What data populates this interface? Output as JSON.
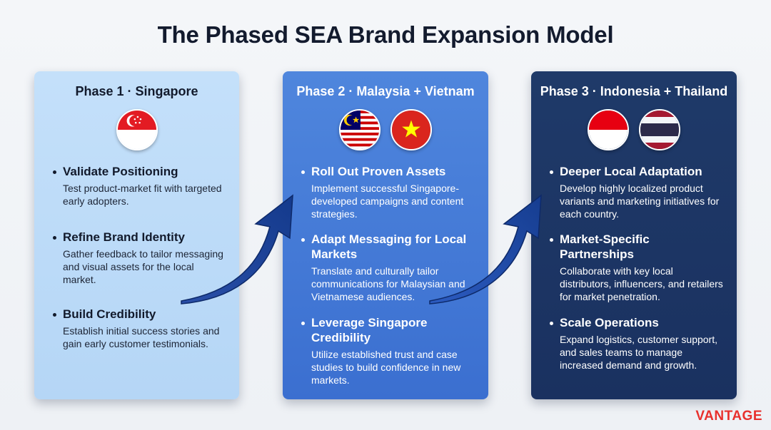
{
  "title": "The Phased SEA Brand Expansion Model",
  "brand": "VANTAGE",
  "colors": {
    "phase1_bg": "#c4e0fa",
    "phase2_bg": "#4f86dd",
    "phase3_bg": "#1f3a69",
    "arrow": "#173a86",
    "brand": "#e8302d"
  },
  "phases": [
    {
      "title": "Phase 1 · Singapore",
      "flags": [
        "singapore-flag"
      ],
      "items": [
        {
          "heading": "Validate Positioning",
          "description": "Test product-market fit with targeted early adopters."
        },
        {
          "heading": "Refine Brand Identity",
          "description": "Gather feedback to tailor messaging and visual assets for the local market."
        },
        {
          "heading": "Build Credibility",
          "description": "Establish initial success stories and gain early customer testimonials."
        }
      ]
    },
    {
      "title": "Phase 2 · Malaysia + Vietnam",
      "flags": [
        "malaysia-flag",
        "vietnam-flag"
      ],
      "items": [
        {
          "heading": "Roll Out Proven Assets",
          "description": "Implement successful Singapore-developed campaigns and content strategies."
        },
        {
          "heading": "Adapt Messaging for Local Markets",
          "description": "Translate and culturally tailor communications for Malaysian and Vietnamese audiences."
        },
        {
          "heading": "Leverage Singapore Credibility",
          "description": "Utilize established trust and case studies to build confidence in new markets."
        }
      ]
    },
    {
      "title": "Phase 3 · Indonesia + Thailand",
      "flags": [
        "indonesia-flag",
        "thailand-flag"
      ],
      "items": [
        {
          "heading": "Deeper Local Adaptation",
          "description": "Develop highly localized product variants and marketing initiatives for each country."
        },
        {
          "heading": "Market-Specific Partnerships",
          "description": "Collaborate with key local distributors, influencers, and retailers for market penetration."
        },
        {
          "heading": "Scale Operations",
          "description": "Expand logistics, customer support, and sales teams to manage increased demand and growth."
        }
      ]
    }
  ]
}
